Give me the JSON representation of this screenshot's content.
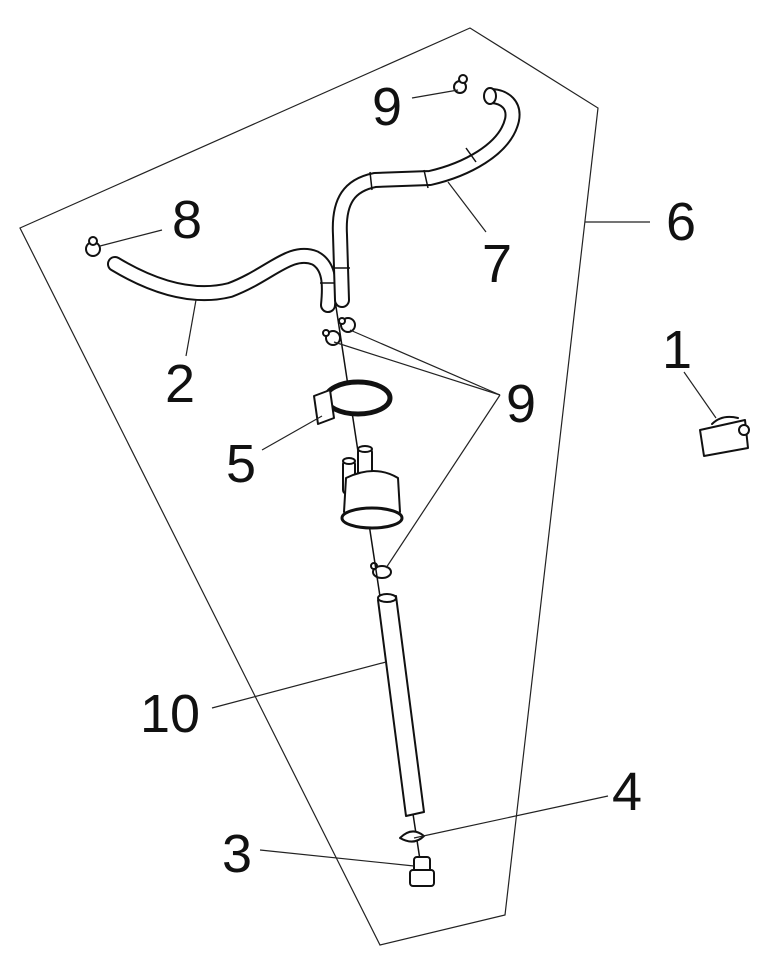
{
  "callouts": {
    "c1": "1",
    "c2": "2",
    "c3": "3",
    "c4": "4",
    "c5": "5",
    "c6": "6",
    "c7": "7",
    "c8": "8",
    "c9_top": "9",
    "c9_mid": "9",
    "c10": "10"
  }
}
